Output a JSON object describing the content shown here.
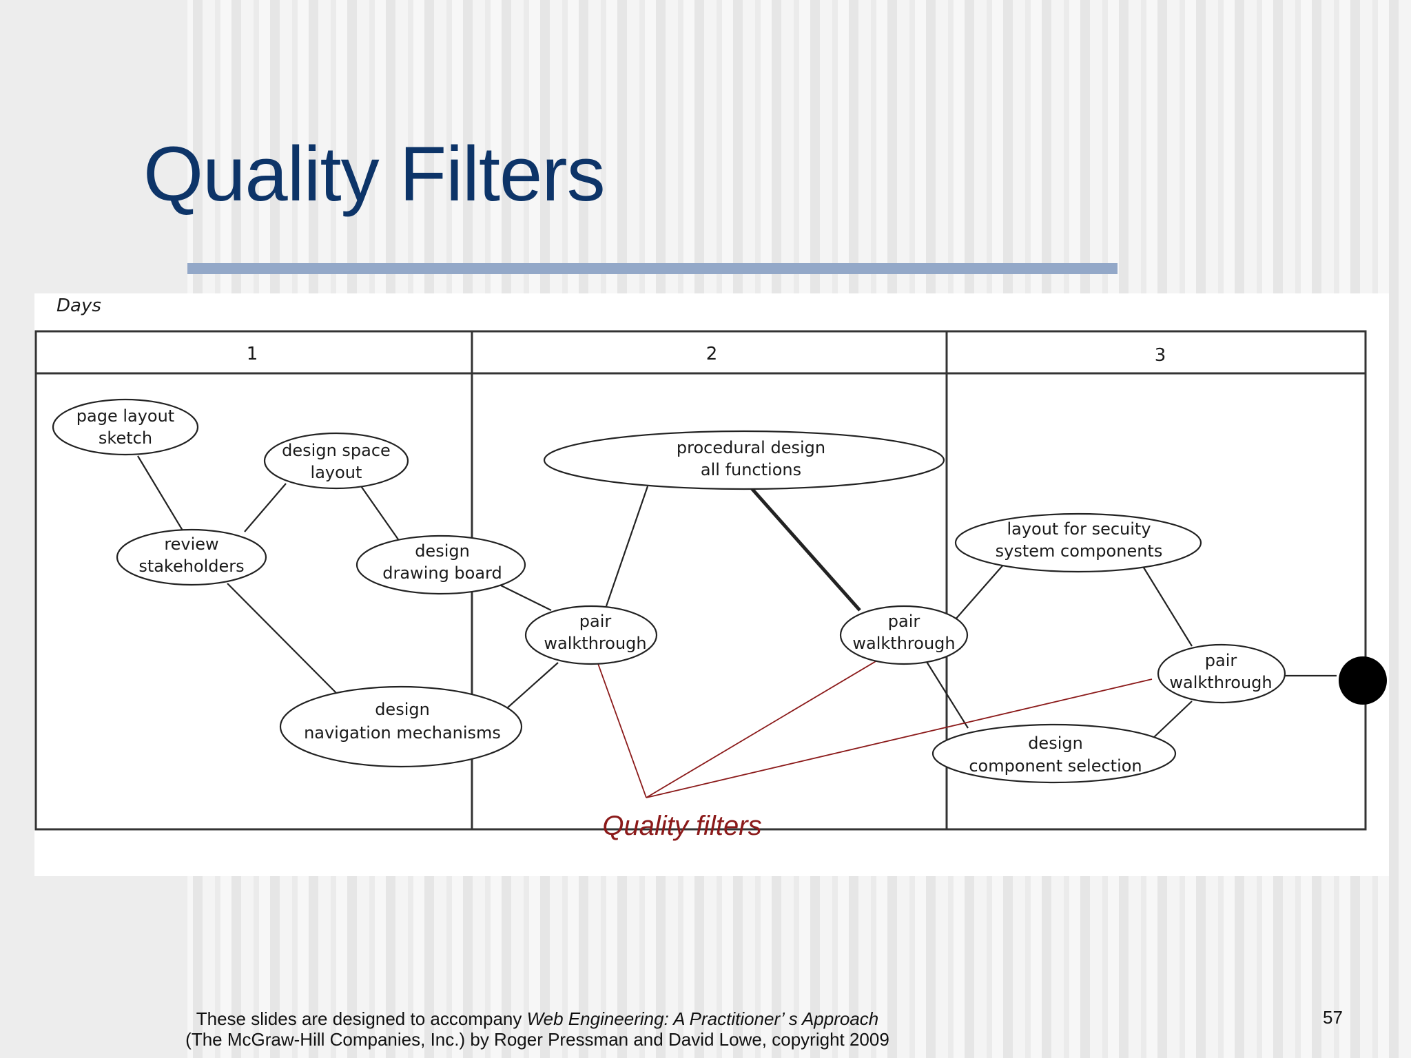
{
  "slide": {
    "title": "Quality Filters",
    "page_number": "57"
  },
  "diagram": {
    "axis_label": "Days",
    "columns": [
      "1",
      "2",
      "3"
    ],
    "nodes": {
      "page_layout_sketch": [
        "page layout",
        "sketch"
      ],
      "design_space_layout": [
        "design space",
        "layout"
      ],
      "review_stakeholders": [
        "review",
        "stakeholders"
      ],
      "design_drawing_board": [
        "design",
        "drawing board"
      ],
      "design_navigation": [
        "design",
        "navigation mechanisms"
      ],
      "procedural_design": [
        "procedural design",
        "all functions"
      ],
      "pair_walkthrough_1": [
        "pair",
        "walkthrough"
      ],
      "pair_walkthrough_2": [
        "pair",
        "walkthrough"
      ],
      "layout_security": [
        "layout for secuity",
        "system components"
      ],
      "pair_walkthrough_3": [
        "pair",
        "walkthrough"
      ],
      "design_component_selection": [
        "design",
        "component selection"
      ]
    },
    "annotation": "Quality filters",
    "colors": {
      "annotation": "#8b1a1a",
      "title": "#0d3468",
      "rule": "#93a8c8"
    }
  },
  "footer": {
    "line1_prefix": "These slides are designed to accompany ",
    "line1_book": "Web Engineering: A Practitioner’ s Approach",
    "line2": "(The McGraw-Hill Companies, Inc.) by Roger Pressman and David Lowe, copyright 2009"
  }
}
